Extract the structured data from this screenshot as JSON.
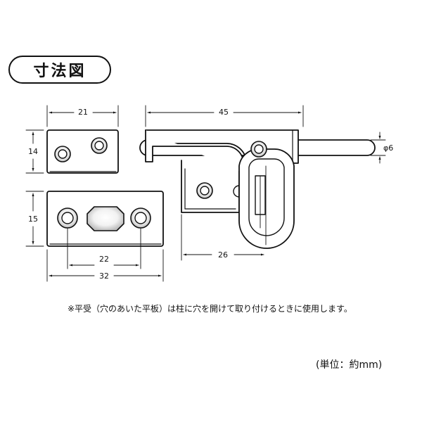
{
  "title": "寸法図",
  "dimensions": {
    "small_plate_width": "21",
    "small_plate_height": "14",
    "flat_plate_height": "15",
    "flat_plate_hole_pitch": "22",
    "flat_plate_width": "32",
    "latch_width": "45",
    "latch_base_width": "26",
    "bolt_diameter": "φ6"
  },
  "note": "※平受（穴のあいた平板）は柱に穴を開けて取り付けるときに使用します。",
  "units": "(単位：約mm)"
}
